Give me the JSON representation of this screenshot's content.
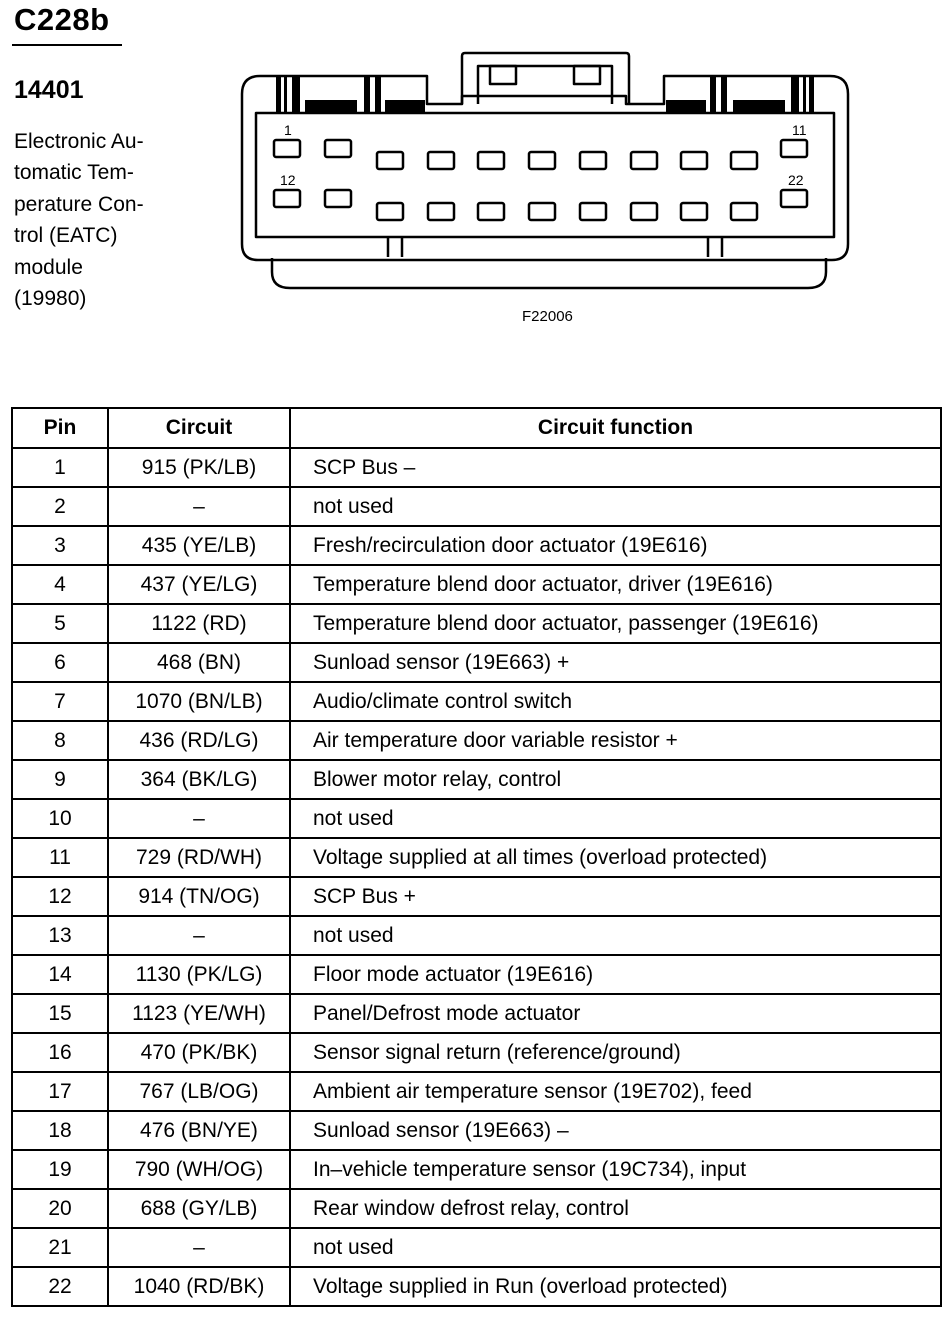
{
  "header": {
    "connector_id": "C228b",
    "part_number": "14401",
    "description_lines": [
      "Electronic Au-",
      "tomatic Tem-",
      "perature Con-",
      "trol (EATC)",
      "module",
      "(19980)"
    ]
  },
  "diagram": {
    "figure_code": "F22006",
    "pin_labels": {
      "top_left": "1",
      "top_right": "11",
      "bottom_left": "12",
      "bottom_right": "22"
    }
  },
  "table": {
    "headers": {
      "pin": "Pin",
      "circuit": "Circuit",
      "function": "Circuit function"
    },
    "rows": [
      {
        "pin": "1",
        "circuit": "915 (PK/LB)",
        "function": "SCP Bus –"
      },
      {
        "pin": "2",
        "circuit": "–",
        "function": "not used"
      },
      {
        "pin": "3",
        "circuit": "435 (YE/LB)",
        "function": "Fresh/recirculation door actuator (19E616)"
      },
      {
        "pin": "4",
        "circuit": "437 (YE/LG)",
        "function": "Temperature blend door actuator, driver (19E616)"
      },
      {
        "pin": "5",
        "circuit": "1122 (RD)",
        "function": "Temperature blend door actuator, passenger (19E616)"
      },
      {
        "pin": "6",
        "circuit": "468 (BN)",
        "function": "Sunload sensor (19E663) +"
      },
      {
        "pin": "7",
        "circuit": "1070 (BN/LB)",
        "function": "Audio/climate control switch"
      },
      {
        "pin": "8",
        "circuit": "436 (RD/LG)",
        "function": "Air temperature door variable resistor +"
      },
      {
        "pin": "9",
        "circuit": "364 (BK/LG)",
        "function": "Blower motor relay, control"
      },
      {
        "pin": "10",
        "circuit": "–",
        "function": "not used"
      },
      {
        "pin": "11",
        "circuit": "729 (RD/WH)",
        "function": "Voltage supplied at all times (overload protected)"
      },
      {
        "pin": "12",
        "circuit": "914 (TN/OG)",
        "function": "SCP Bus +"
      },
      {
        "pin": "13",
        "circuit": "–",
        "function": "not used"
      },
      {
        "pin": "14",
        "circuit": "1130 (PK/LG)",
        "function": "Floor mode actuator (19E616)"
      },
      {
        "pin": "15",
        "circuit": "1123 (YE/WH)",
        "function": "Panel/Defrost mode actuator"
      },
      {
        "pin": "16",
        "circuit": "470 (PK/BK)",
        "function": "Sensor signal return (reference/ground)"
      },
      {
        "pin": "17",
        "circuit": "767 (LB/OG)",
        "function": "Ambient air temperature sensor (19E702), feed"
      },
      {
        "pin": "18",
        "circuit": "476 (BN/YE)",
        "function": "Sunload sensor (19E663) –"
      },
      {
        "pin": "19",
        "circuit": "790 (WH/OG)",
        "function": "In–vehicle temperature sensor (19C734), input"
      },
      {
        "pin": "20",
        "circuit": "688 (GY/LB)",
        "function": "Rear window defrost relay, control"
      },
      {
        "pin": "21",
        "circuit": "–",
        "function": "not used"
      },
      {
        "pin": "22",
        "circuit": "1040 (RD/BK)",
        "function": "Voltage supplied in Run (overload protected)"
      }
    ]
  }
}
